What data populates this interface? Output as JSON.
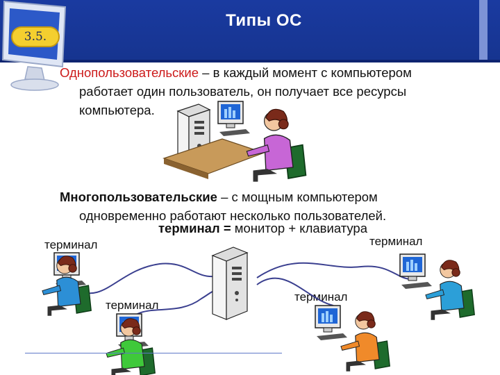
{
  "slide": {
    "number": "3.5.",
    "title": "Типы ОС"
  },
  "single_user": {
    "term": "Однопользовательские",
    "line1_rest": " – в каждый момент с компьютером",
    "line2": "работает один пользователь, он получает все ресурсы",
    "line3": "компьютера."
  },
  "multi_user": {
    "term": "Многопользовательские",
    "line1_rest": " – с мощным компьютером",
    "line2": "одновременно работают несколько пользователей."
  },
  "formula": {
    "term": "терминал",
    "equals": " = ",
    "rest": "монитор + клавиатура"
  },
  "terminals": {
    "top_left": "терминал",
    "top_right": "терминал",
    "bottom_left": "терминал",
    "bottom_right": "терминал"
  },
  "colors": {
    "header_blue": "#1a3aa0",
    "badge_yellow": "#f4cf2f",
    "term_red": "#cc1a1a"
  },
  "icons": [
    "monitor-logo-icon",
    "pc-tower-icon",
    "user-at-computer-icon",
    "server-tower-icon"
  ]
}
